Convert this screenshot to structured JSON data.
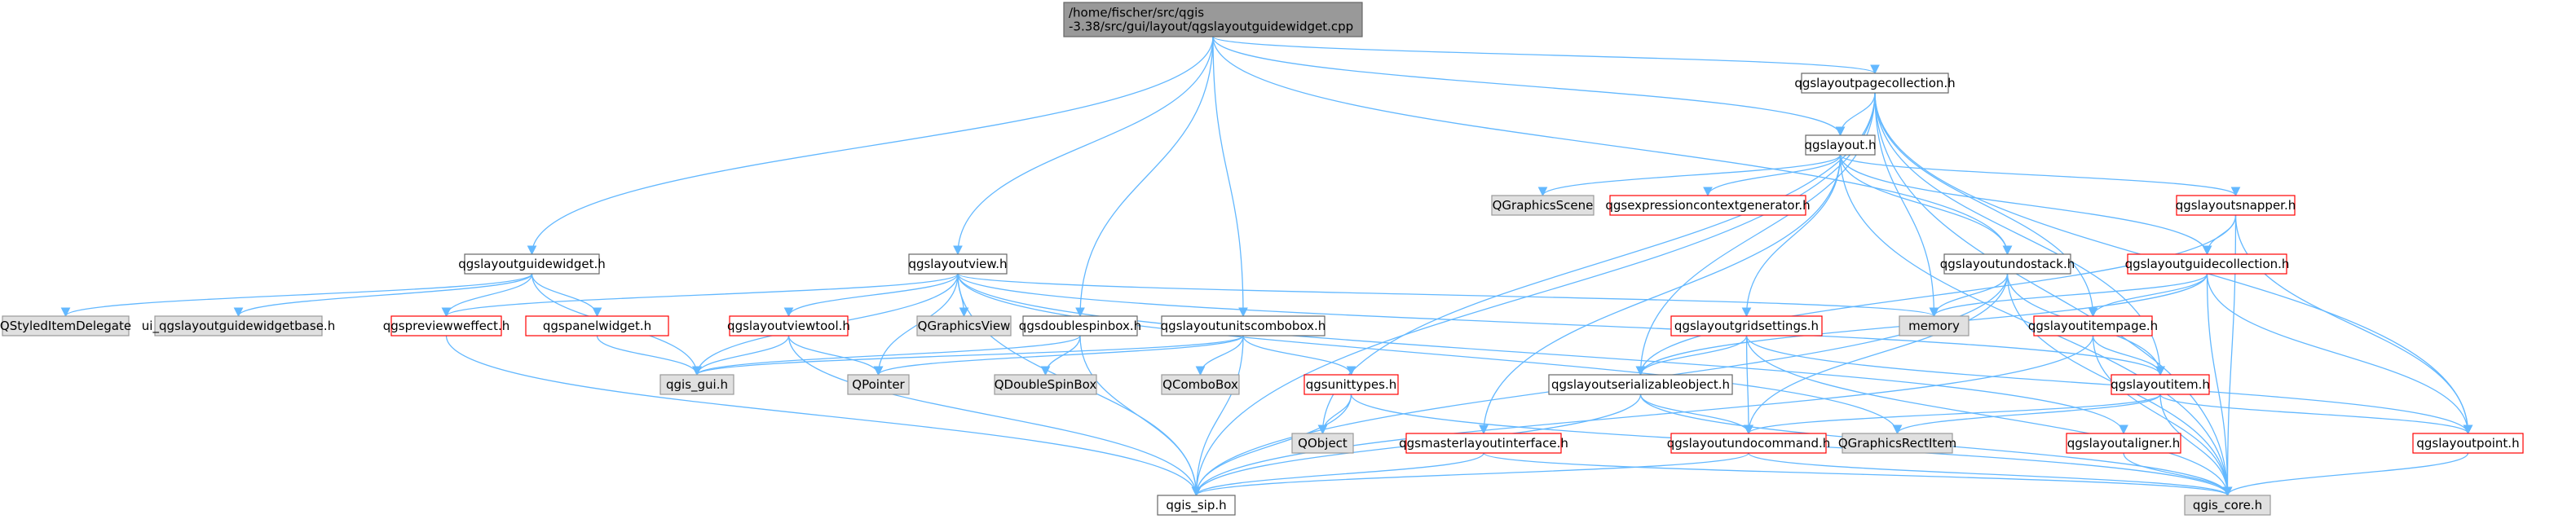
{
  "colors": {
    "edge": "#63B8FF",
    "root_fill": "#999999",
    "doc_border": "#666666",
    "external_fill": "#E0E0E0",
    "external_border": "#999999",
    "incomplete_border": "#FF0000",
    "node_fill": "#FFFFFF"
  },
  "nodes": [
    {
      "id": "root",
      "lines": [
        "/home/fischer/src/qgis",
        "-3.38/src/gui/layout/qgslayoutguidewidget.cpp"
      ],
      "kind": "root"
    },
    {
      "id": "pagecoll",
      "lines": [
        "qgslayoutpagecollection.h"
      ],
      "kind": "doc"
    },
    {
      "id": "layout",
      "lines": [
        "qgslayout.h"
      ],
      "kind": "doc"
    },
    {
      "id": "gscene",
      "lines": [
        "QGraphicsScene"
      ],
      "kind": "external"
    },
    {
      "id": "exprgen",
      "lines": [
        "qgsexpressioncontextgenerator.h"
      ],
      "kind": "incomplete"
    },
    {
      "id": "snapper",
      "lines": [
        "qgslayoutsnapper.h"
      ],
      "kind": "incomplete"
    },
    {
      "id": "guidecoll",
      "lines": [
        "qgslayoutguidecollection.h"
      ],
      "kind": "incomplete"
    },
    {
      "id": "guidewidget",
      "lines": [
        "qgslayoutguidewidget.h"
      ],
      "kind": "doc"
    },
    {
      "id": "view",
      "lines": [
        "qgslayoutview.h"
      ],
      "kind": "doc"
    },
    {
      "id": "undostack",
      "lines": [
        "qgslayoutundostack.h"
      ],
      "kind": "doc"
    },
    {
      "id": "styled",
      "lines": [
        "QStyledItemDelegate"
      ],
      "kind": "external"
    },
    {
      "id": "uibase",
      "lines": [
        "ui_qgslayoutguidewidgetbase.h"
      ],
      "kind": "external"
    },
    {
      "id": "preview",
      "lines": [
        "qgspreviewweffect.h"
      ],
      "kind": "incomplete"
    },
    {
      "id": "panel",
      "lines": [
        "qgspanelwidget.h"
      ],
      "kind": "incomplete"
    },
    {
      "id": "viewtool",
      "lines": [
        "qgslayoutviewtool.h"
      ],
      "kind": "incomplete"
    },
    {
      "id": "gview",
      "lines": [
        "QGraphicsView"
      ],
      "kind": "external"
    },
    {
      "id": "dspin",
      "lines": [
        "qgsdoublespinbox.h"
      ],
      "kind": "doc"
    },
    {
      "id": "unitscombo",
      "lines": [
        "qgslayoutunitscombobox.h"
      ],
      "kind": "doc"
    },
    {
      "id": "memory",
      "lines": [
        "memory"
      ],
      "kind": "external"
    },
    {
      "id": "gridset",
      "lines": [
        "qgslayoutgridsettings.h"
      ],
      "kind": "incomplete"
    },
    {
      "id": "itempage",
      "lines": [
        "qgslayoutitempage.h"
      ],
      "kind": "incomplete"
    },
    {
      "id": "qgsgui",
      "lines": [
        "qgis_gui.h"
      ],
      "kind": "external"
    },
    {
      "id": "qpointer",
      "lines": [
        "QPointer"
      ],
      "kind": "external"
    },
    {
      "id": "qdspin",
      "lines": [
        "QDoubleSpinBox"
      ],
      "kind": "external"
    },
    {
      "id": "qcombo",
      "lines": [
        "QComboBox"
      ],
      "kind": "external"
    },
    {
      "id": "unittypes",
      "lines": [
        "qgsunittypes.h"
      ],
      "kind": "incomplete"
    },
    {
      "id": "serial",
      "lines": [
        "qgslayoutserializableobject.h"
      ],
      "kind": "doc"
    },
    {
      "id": "item",
      "lines": [
        "qgslayoutitem.h"
      ],
      "kind": "incomplete"
    },
    {
      "id": "qobject",
      "lines": [
        "QObject"
      ],
      "kind": "external"
    },
    {
      "id": "master",
      "lines": [
        "qgsmasterlayoutinterface.h"
      ],
      "kind": "incomplete"
    },
    {
      "id": "undocmd",
      "lines": [
        "qgslayoutundocommand.h"
      ],
      "kind": "incomplete"
    },
    {
      "id": "grect",
      "lines": [
        "QGraphicsRectItem"
      ],
      "kind": "external"
    },
    {
      "id": "aligner",
      "lines": [
        "qgslayoutaligner.h"
      ],
      "kind": "incomplete"
    },
    {
      "id": "point",
      "lines": [
        "qgslayoutpoint.h"
      ],
      "kind": "incomplete"
    },
    {
      "id": "sip",
      "lines": [
        "qgis_sip.h"
      ],
      "kind": "doc"
    },
    {
      "id": "core",
      "lines": [
        "qgis_core.h"
      ],
      "kind": "external"
    }
  ],
  "edges": [
    [
      "root",
      "pagecoll"
    ],
    [
      "root",
      "layout"
    ],
    [
      "root",
      "guidewidget"
    ],
    [
      "root",
      "view"
    ],
    [
      "root",
      "dspin"
    ],
    [
      "root",
      "unitscombo"
    ],
    [
      "root",
      "undostack"
    ],
    [
      "pagecoll",
      "layout"
    ],
    [
      "pagecoll",
      "memory"
    ],
    [
      "pagecoll",
      "serial"
    ],
    [
      "pagecoll",
      "item"
    ],
    [
      "pagecoll",
      "itempage"
    ],
    [
      "pagecoll",
      "point"
    ],
    [
      "pagecoll",
      "core"
    ],
    [
      "pagecoll",
      "sip"
    ],
    [
      "pagecoll",
      "qobject"
    ],
    [
      "layout",
      "gscene"
    ],
    [
      "layout",
      "exprgen"
    ],
    [
      "layout",
      "snapper"
    ],
    [
      "layout",
      "guidecoll"
    ],
    [
      "layout",
      "gridset"
    ],
    [
      "layout",
      "master"
    ],
    [
      "layout",
      "undostack"
    ],
    [
      "layout",
      "core"
    ],
    [
      "snapper",
      "guidecoll"
    ],
    [
      "snapper",
      "point"
    ],
    [
      "snapper",
      "core"
    ],
    [
      "snapper",
      "serial"
    ],
    [
      "guidecoll",
      "memory"
    ],
    [
      "guidecoll",
      "itempage"
    ],
    [
      "guidecoll",
      "point"
    ],
    [
      "guidecoll",
      "core"
    ],
    [
      "guidecoll",
      "serial"
    ],
    [
      "undostack",
      "memory"
    ],
    [
      "undostack",
      "undocmd"
    ],
    [
      "undostack",
      "item"
    ],
    [
      "undostack",
      "core"
    ],
    [
      "undostack",
      "sip"
    ],
    [
      "guidewidget",
      "styled"
    ],
    [
      "guidewidget",
      "uibase"
    ],
    [
      "guidewidget",
      "preview"
    ],
    [
      "guidewidget",
      "panel"
    ],
    [
      "guidewidget",
      "qgsgui"
    ],
    [
      "view",
      "qgsgui"
    ],
    [
      "view",
      "preview"
    ],
    [
      "view",
      "viewtool"
    ],
    [
      "view",
      "gview"
    ],
    [
      "view",
      "qpointer"
    ],
    [
      "view",
      "memory"
    ],
    [
      "view",
      "grect"
    ],
    [
      "view",
      "sip"
    ],
    [
      "view",
      "item"
    ],
    [
      "view",
      "aligner"
    ],
    [
      "preview",
      "sip"
    ],
    [
      "panel",
      "qgsgui"
    ],
    [
      "viewtool",
      "qgsgui"
    ],
    [
      "viewtool",
      "qpointer"
    ],
    [
      "viewtool",
      "sip"
    ],
    [
      "dspin",
      "qgsgui"
    ],
    [
      "dspin",
      "qdspin"
    ],
    [
      "dspin",
      "sip"
    ],
    [
      "unitscombo",
      "qgsgui"
    ],
    [
      "unitscombo",
      "qcombo"
    ],
    [
      "unitscombo",
      "unittypes"
    ],
    [
      "unitscombo",
      "sip"
    ],
    [
      "unitscombo",
      "qpointer"
    ],
    [
      "unittypes",
      "qobject"
    ],
    [
      "unittypes",
      "sip"
    ],
    [
      "unittypes",
      "core"
    ],
    [
      "gridset",
      "serial"
    ],
    [
      "gridset",
      "undocmd"
    ],
    [
      "gridset",
      "point"
    ],
    [
      "gridset",
      "core"
    ],
    [
      "itempage",
      "item"
    ],
    [
      "itempage",
      "sip"
    ],
    [
      "itempage",
      "core"
    ],
    [
      "serial",
      "undocmd"
    ],
    [
      "serial",
      "sip"
    ],
    [
      "serial",
      "core"
    ],
    [
      "item",
      "undocmd"
    ],
    [
      "item",
      "grect"
    ],
    [
      "item",
      "point"
    ],
    [
      "item",
      "core"
    ],
    [
      "master",
      "sip"
    ],
    [
      "master",
      "core"
    ],
    [
      "undocmd",
      "sip"
    ],
    [
      "undocmd",
      "core"
    ],
    [
      "aligner",
      "core"
    ],
    [
      "point",
      "core"
    ]
  ]
}
